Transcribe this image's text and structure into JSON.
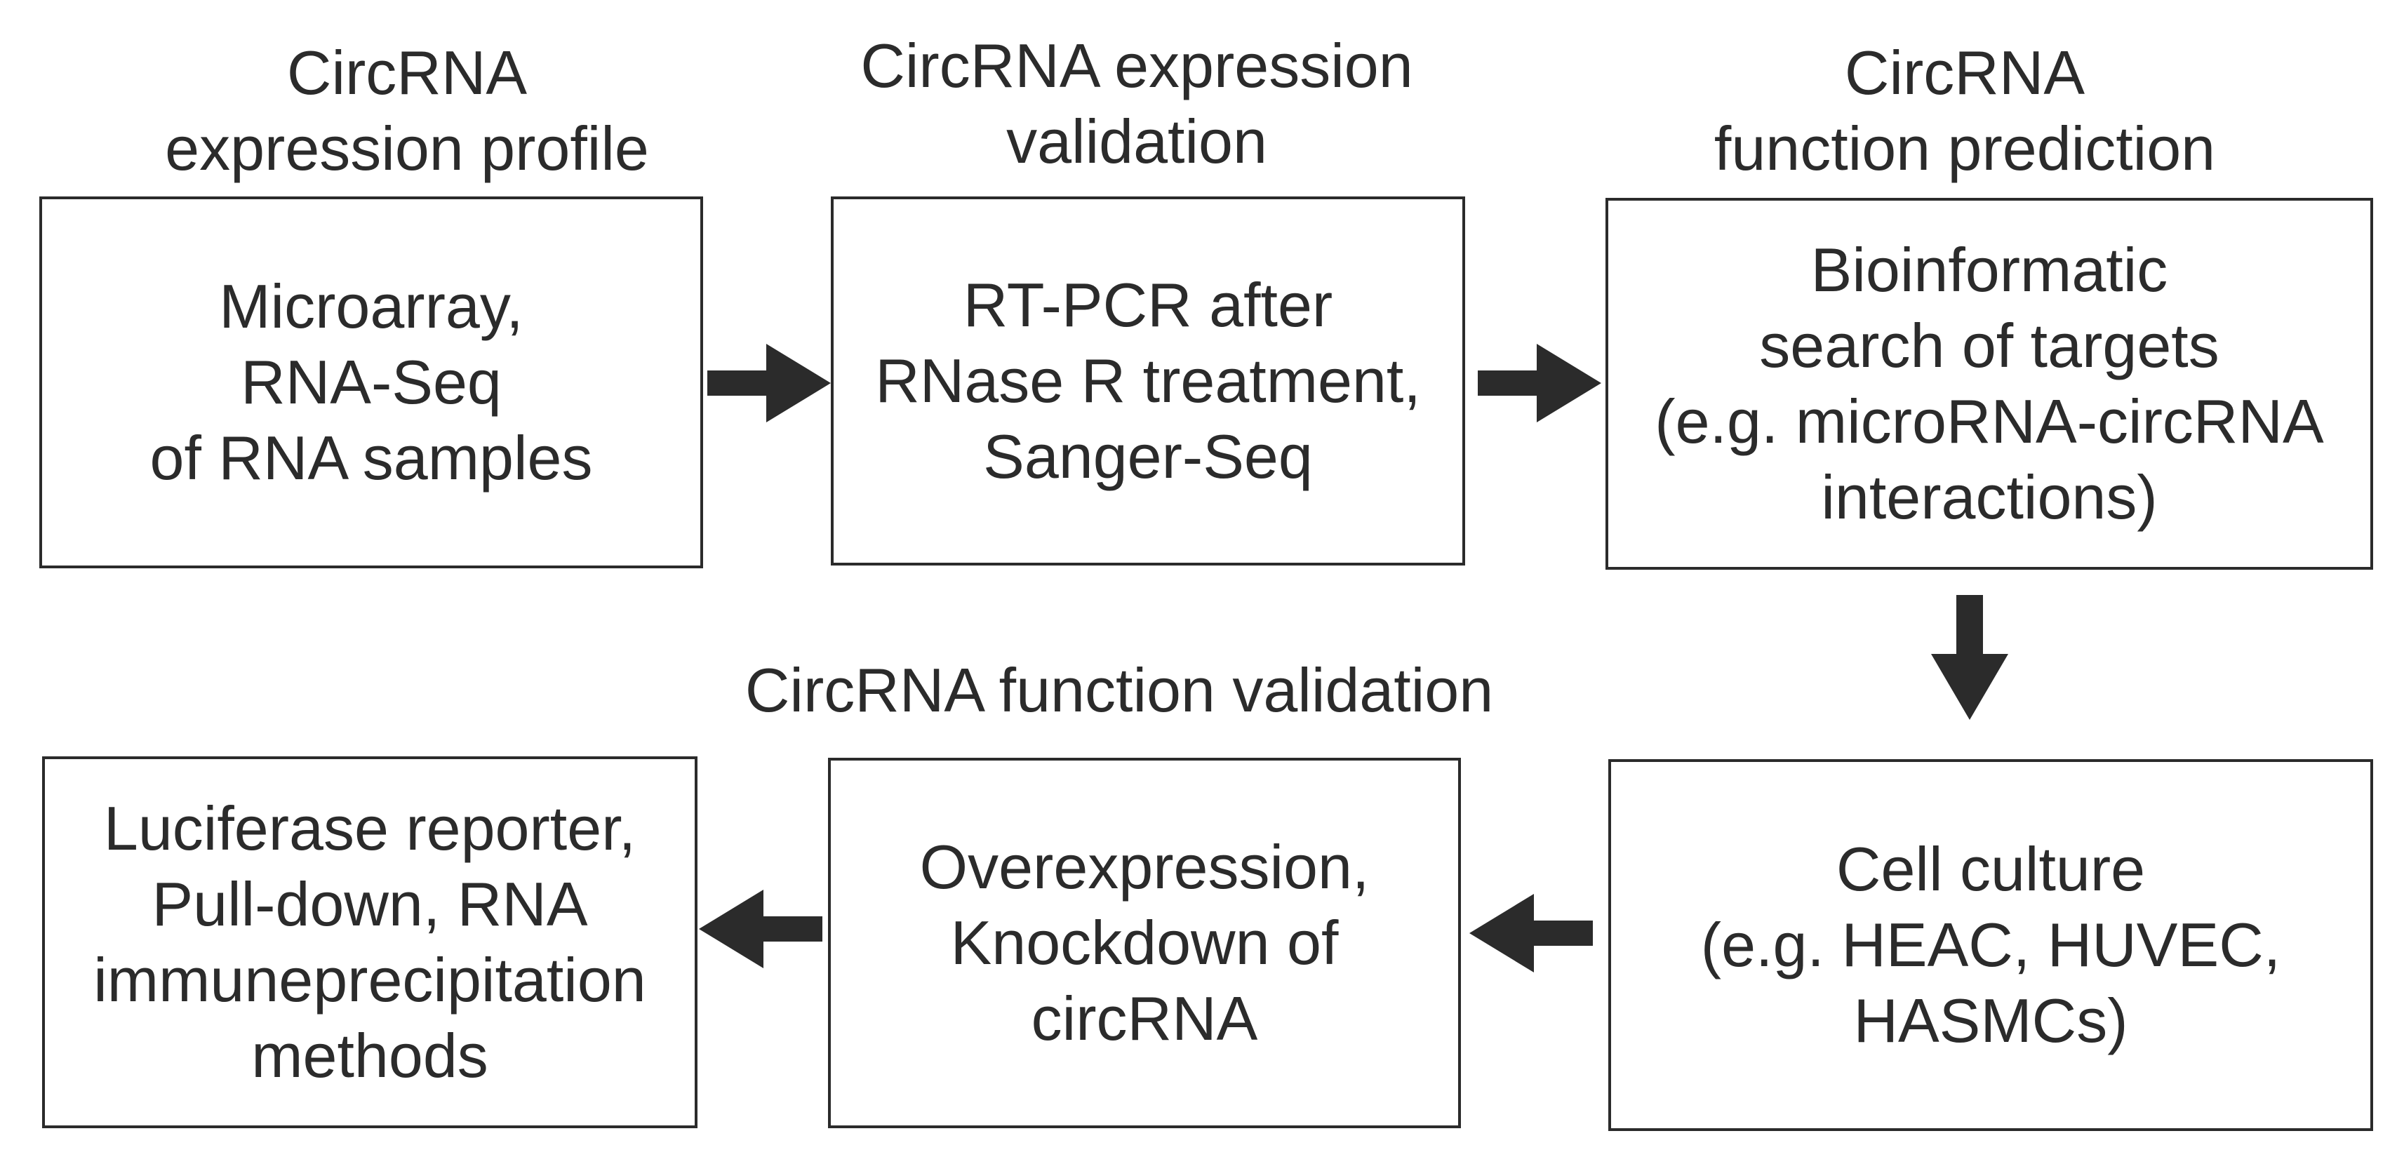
{
  "headings": {
    "expression_profile": "CircRNA\nexpression profile",
    "expression_validation": "CircRNA expression\nvalidation",
    "function_prediction": "CircRNA\nfunction prediction",
    "function_validation": "CircRNA function validation"
  },
  "boxes": {
    "microarray": "Microarray,\nRNA-Seq\nof RNA samples",
    "rt_pcr": "RT-PCR after\nRNase R treatment,\nSanger-Seq",
    "bioinformatic": "Bioinformatic\nsearch of targets\n(e.g. microRNA-circRNA\ninteractions)",
    "cell_culture": "Cell culture\n(e.g. HEAC, HUVEC,\nHASMCs)",
    "overexpression": "Overexpression,\nKnockdown of\ncircRNA",
    "luciferase": "Luciferase reporter,\nPull-down, RNA\nimmuneprecipitation\nmethods"
  },
  "colors": {
    "stroke": "#2b2b2b",
    "background": "#ffffff"
  }
}
